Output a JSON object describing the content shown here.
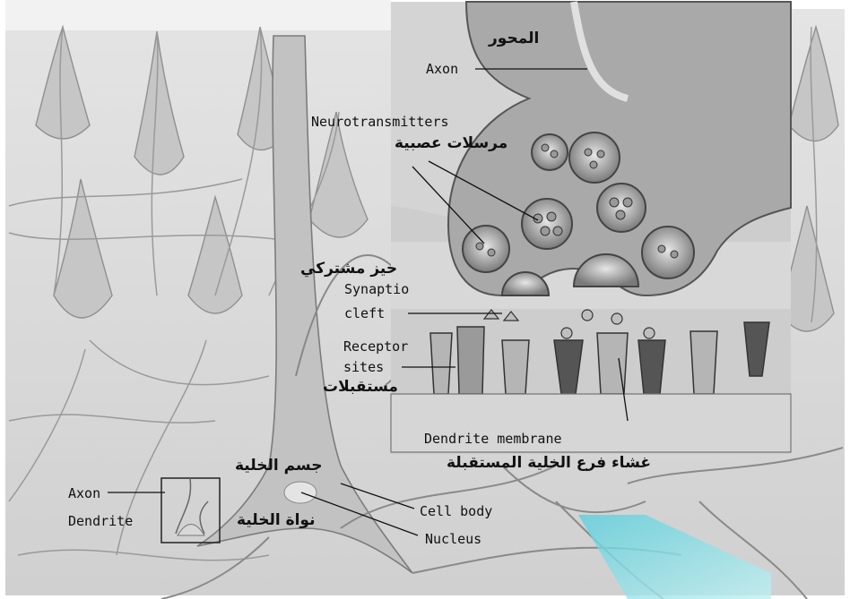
{
  "labels": {
    "axon_top_ar": "المحور",
    "axon_top": "Axon",
    "neurotransmitters": "Neurotransmitters",
    "neurotransmitters_ar": "مرسلات عصبية",
    "synaptic_ar": "حيز مشتركي",
    "synaptic_1": "Synaptio",
    "synaptic_2": "cleft",
    "receptor_1": "Receptor",
    "receptor_2": "sites",
    "receptor_ar": "مستقبلات",
    "dendrite_membrane": "Dendrite membrane",
    "dendrite_membrane_ar": "غشاء فرع الخلية المستقبلة",
    "cell_body_ar": "جسم الخلية",
    "cell_body": "Cell body",
    "nucleus_ar": "نواة الخلية",
    "nucleus": "Nucleus",
    "axon_bottom": "Axon",
    "dendrite": "Dendrite"
  },
  "colors": {
    "background": "#d9d9d9",
    "neuron": "#bdbdbd",
    "inset": "#cfcfcf",
    "teal": "#7fd8e0"
  }
}
